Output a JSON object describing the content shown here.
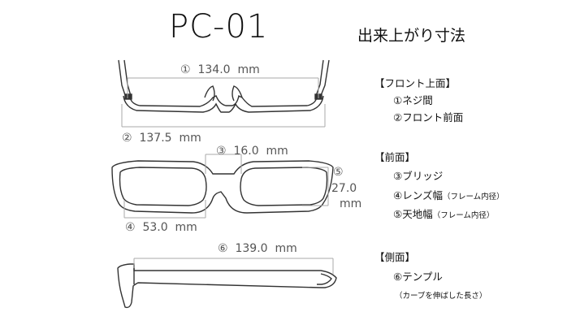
{
  "title": {
    "model": "PC-01",
    "subtitle": "出来上がり寸法"
  },
  "dimensions": [
    {
      "num": "①",
      "value": "134.0",
      "unit": "mm"
    },
    {
      "num": "②",
      "value": "137.5",
      "unit": "mm"
    },
    {
      "num": "③",
      "value": "16.0",
      "unit": "mm"
    },
    {
      "num": "④",
      "value": "53.0",
      "unit": "mm"
    },
    {
      "num": "⑤",
      "value": "27.0",
      "unit": "mm"
    },
    {
      "num": "⑥",
      "value": "139.0",
      "unit": "mm"
    }
  ],
  "legend": {
    "front_top": {
      "heading": "【フロント上面】",
      "items": [
        "①ネジ間",
        "②フロント前面"
      ]
    },
    "front": {
      "heading": "【前面】",
      "items": [
        {
          "label": "③ブリッジ",
          "sub": ""
        },
        {
          "label": "④レンズ幅",
          "sub": "（フレーム内径）"
        },
        {
          "label": "⑤天地幅",
          "sub": "（フレーム内径）"
        }
      ]
    },
    "side": {
      "heading": "【側面】",
      "items": [
        "⑥テンプル"
      ],
      "note": "（カーブを伸ばした長さ）"
    }
  }
}
